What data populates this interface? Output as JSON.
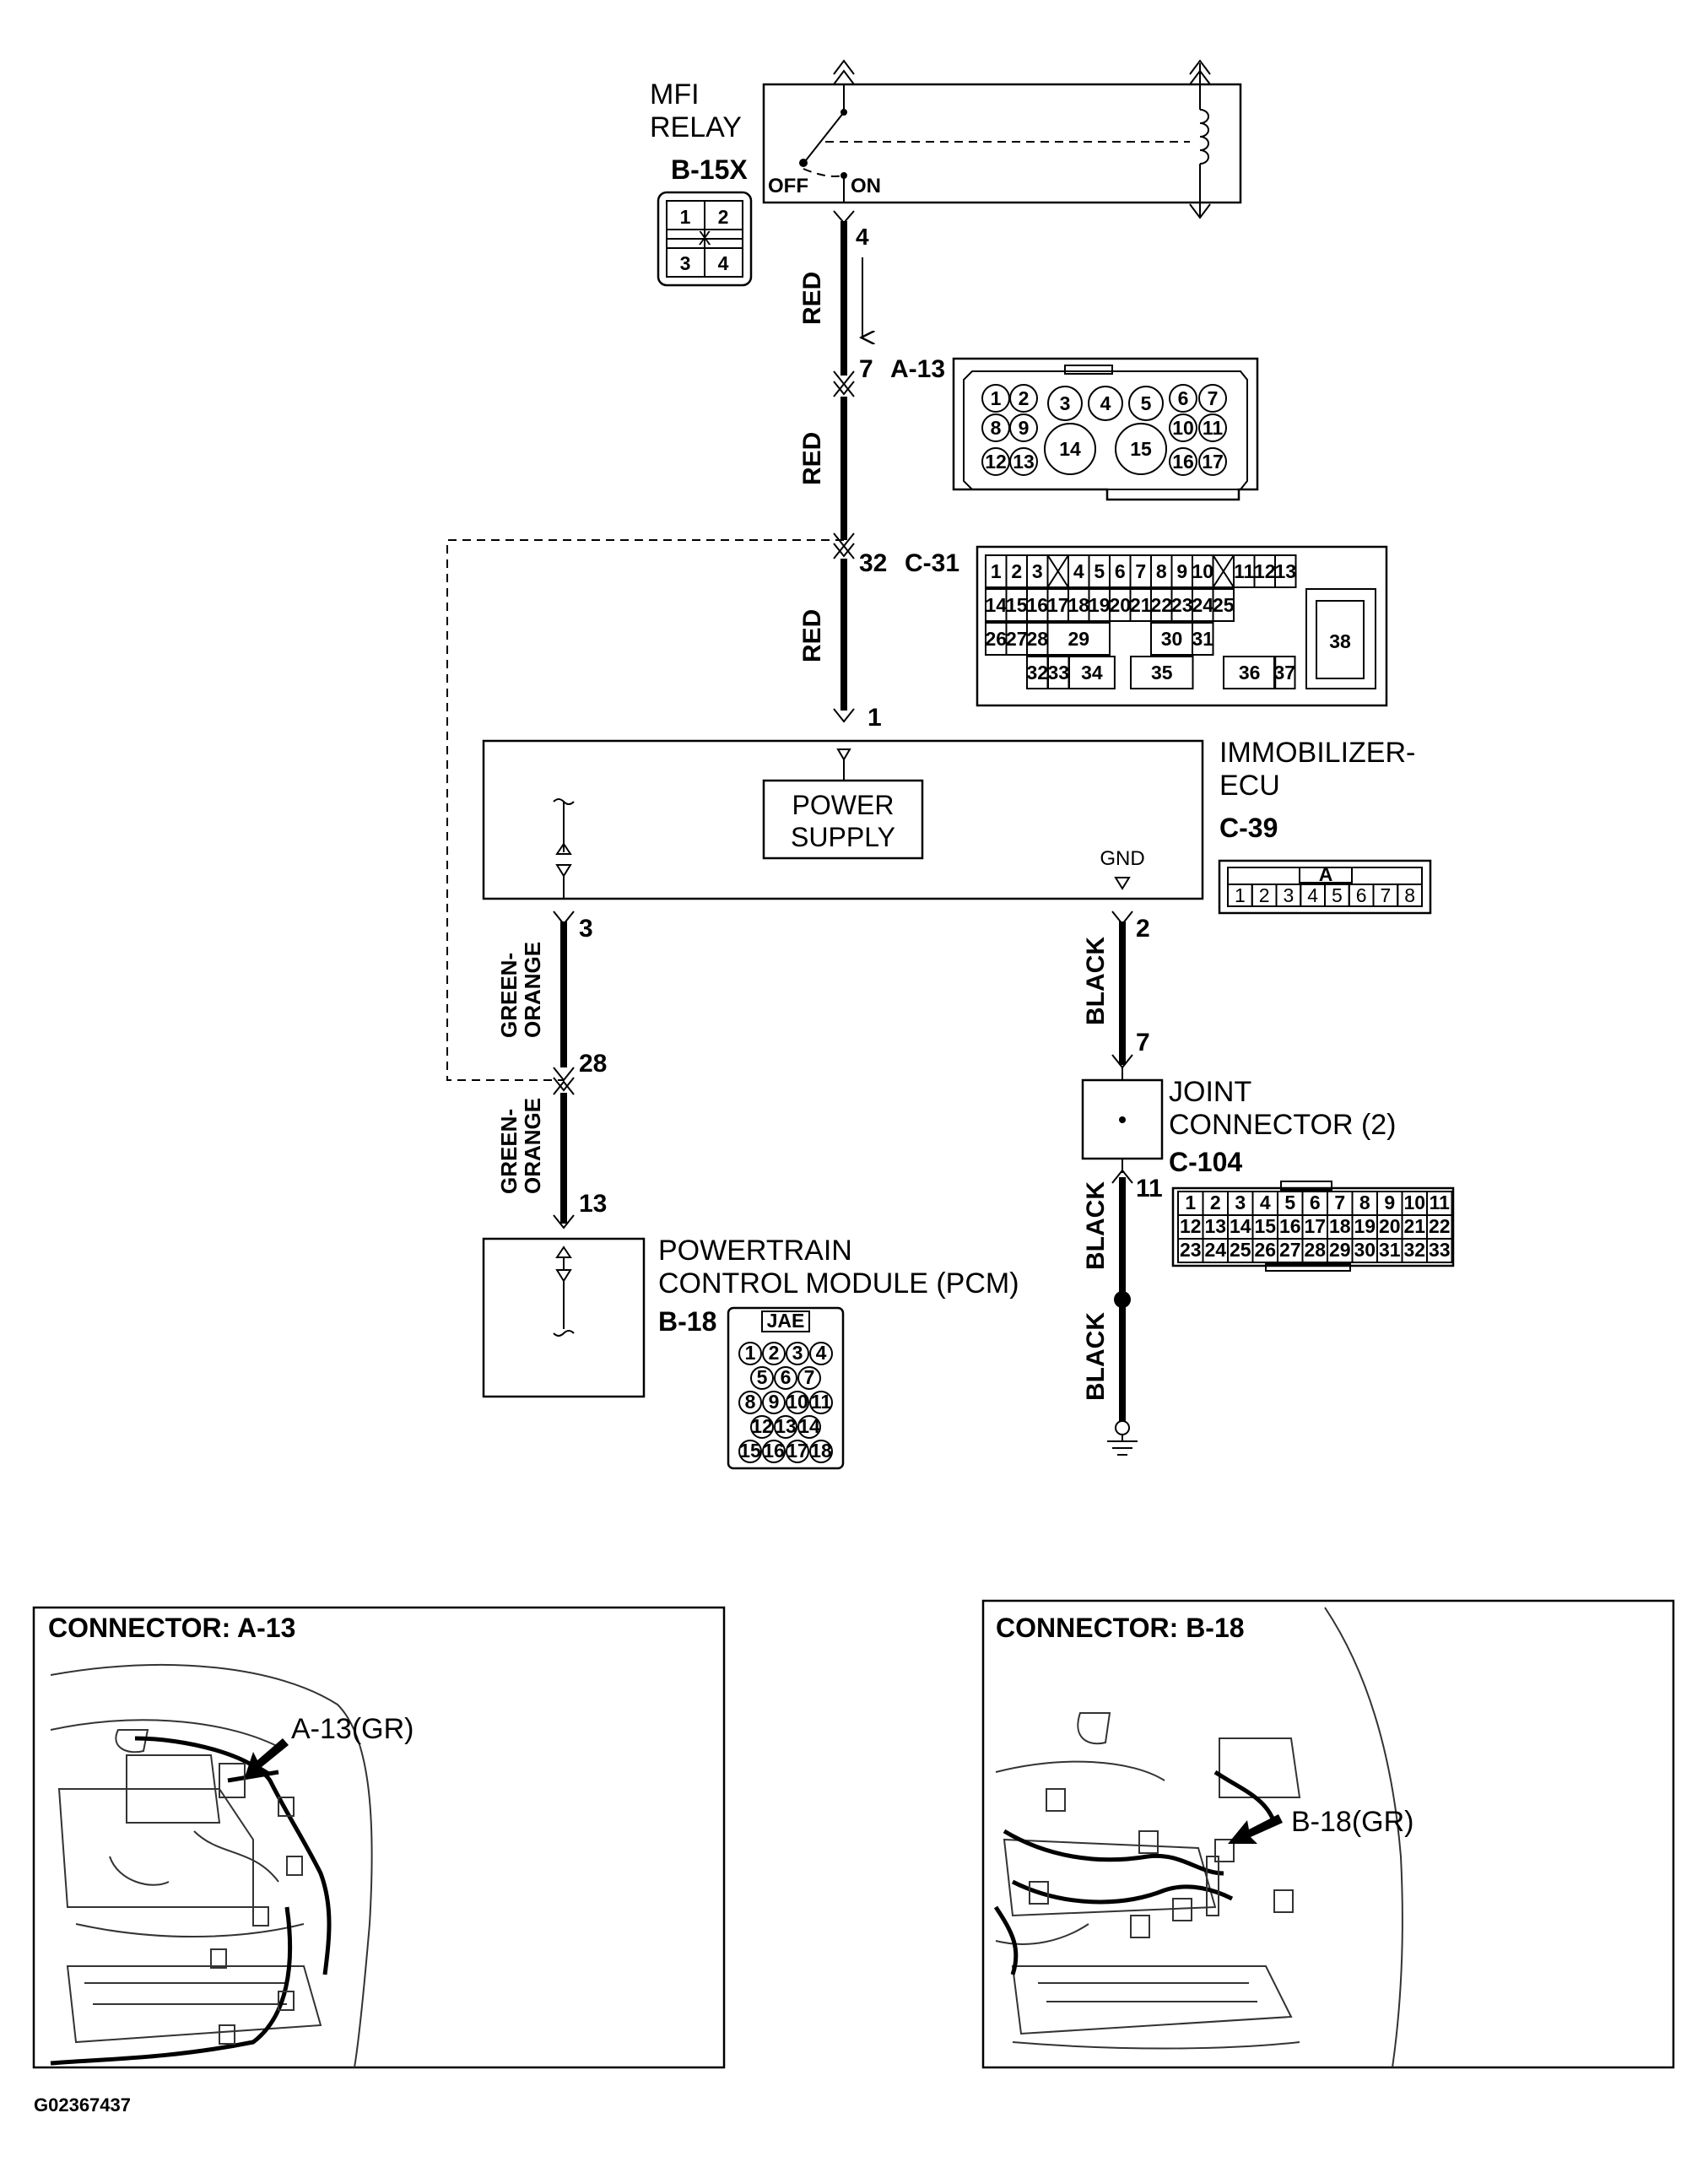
{
  "relay": {
    "title1": "MFI",
    "title2": "RELAY",
    "conn_id": "B-15X",
    "off": "OFF",
    "on": "ON",
    "pins": [
      "1",
      "2",
      "3",
      "4"
    ]
  },
  "wires": {
    "relay_pin": "4",
    "color_red": "RED",
    "a13_pin": "7",
    "c31_pin": "32",
    "ecu_pin1": "1",
    "ecu_pin3": "3",
    "ecu_pin2": "2",
    "color_green_orange_1": "GREEN-",
    "color_green_orange_2": "ORANGE",
    "pin28": "28",
    "pin13": "13",
    "color_black": "BLACK",
    "jc_pin7": "7",
    "jc_pin11": "11"
  },
  "a13": {
    "id": "A-13",
    "pins": [
      "1",
      "2",
      "3",
      "4",
      "5",
      "6",
      "7",
      "8",
      "9",
      "14",
      "15",
      "10",
      "11",
      "12",
      "13",
      "16",
      "17"
    ]
  },
  "c31": {
    "id": "C-31",
    "row1": [
      "1",
      "2",
      "3",
      "",
      "4",
      "5",
      "6",
      "7",
      "8",
      "9",
      "10",
      "",
      "11",
      "12",
      "13"
    ],
    "row2": [
      "14",
      "15",
      "16",
      "17",
      "18",
      "19",
      "20",
      "21",
      "22",
      "23",
      "24",
      "25"
    ],
    "row3": [
      "26",
      "27",
      "28",
      "29",
      "30",
      "31",
      "38"
    ],
    "row4": [
      "32",
      "33",
      "34",
      "35",
      "36",
      "37"
    ]
  },
  "ecu": {
    "title1": "IMMOBILIZER-",
    "title2": "ECU",
    "conn_id": "C-39",
    "ps1": "POWER",
    "ps2": "SUPPLY",
    "gnd": "GND",
    "key": "A",
    "pins": [
      "1",
      "2",
      "3",
      "4",
      "5",
      "6",
      "7",
      "8"
    ]
  },
  "joint": {
    "title1": "JOINT",
    "title2": "CONNECTOR (2)",
    "conn_id": "C-104",
    "row1": [
      "1",
      "2",
      "3",
      "4",
      "5",
      "6",
      "7",
      "8",
      "9",
      "10",
      "11"
    ],
    "row2": [
      "12",
      "13",
      "14",
      "15",
      "16",
      "17",
      "18",
      "19",
      "20",
      "21",
      "22"
    ],
    "row3": [
      "23",
      "24",
      "25",
      "26",
      "27",
      "28",
      "29",
      "30",
      "31",
      "32",
      "33"
    ]
  },
  "pcm": {
    "title1": "POWERTRAIN",
    "title2": "CONTROL MODULE (PCM)",
    "conn_id": "B-18",
    "maker": "JAE",
    "pins": [
      "1",
      "2",
      "3",
      "4",
      "5",
      "6",
      "7",
      "8",
      "9",
      "10",
      "11",
      "12",
      "13",
      "14",
      "15",
      "16",
      "17",
      "18"
    ]
  },
  "panel_a13": {
    "title": "CONNECTOR: A-13",
    "callout": "A-13(GR)"
  },
  "panel_b18": {
    "title": "CONNECTOR: B-18",
    "callout": "B-18(GR)"
  },
  "figure_id": "G02367437"
}
